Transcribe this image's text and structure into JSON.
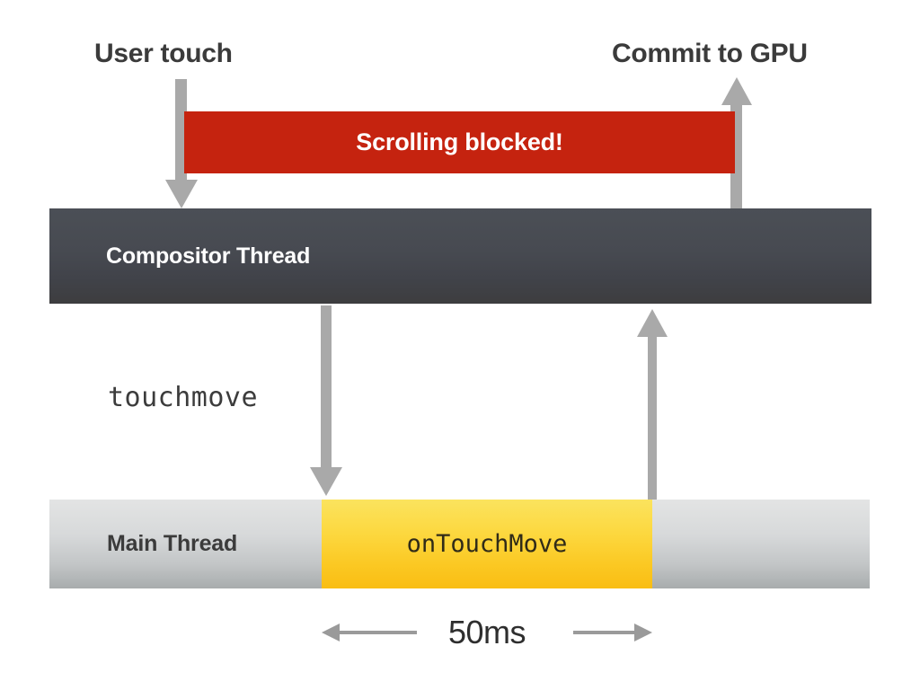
{
  "diagram": {
    "title": "Scroll blocking by touchmove handler timeline",
    "annotations": {
      "user_touch": "User touch",
      "commit_to_gpu": "Commit to GPU",
      "blocked_banner": "Scrolling blocked!",
      "touchmove_event": "touchmove",
      "duration": "50ms"
    },
    "lanes": [
      {
        "name": "compositor-thread",
        "label": "Compositor Thread",
        "fill": "#45484f",
        "text_color": "#ffffff"
      },
      {
        "name": "main-thread",
        "label": "Main Thread",
        "fill": "#cbcecf",
        "text_color": "#3b3b3b"
      }
    ],
    "blocks": [
      {
        "name": "handler-block",
        "label": "onTouchMove",
        "lane": "main-thread",
        "fill": "#fbc924",
        "text_color": "#302b18",
        "duration": "50ms"
      },
      {
        "name": "blocked-banner",
        "label": "Scrolling blocked!",
        "fill": "#c5230f",
        "text_color": "#ffffff"
      }
    ],
    "arrows": [
      {
        "name": "user-touch-arrow",
        "from": "User touch",
        "to": "Compositor Thread",
        "direction": "down",
        "color": "#a9a9a9"
      },
      {
        "name": "touchmove-arrow",
        "from": "Compositor Thread",
        "to": "Main Thread",
        "direction": "down",
        "color": "#a9a9a9",
        "label": "touchmove"
      },
      {
        "name": "return-arrow",
        "from": "Main Thread",
        "to": "Compositor Thread",
        "direction": "up",
        "color": "#a9a9a9"
      },
      {
        "name": "commit-to-gpu-arrow",
        "from": "Compositor Thread",
        "to": "Commit to GPU",
        "direction": "up",
        "color": "#a9a9a9"
      }
    ],
    "colors": {
      "background": "#ffffff",
      "red": "#c5230f",
      "yellow": "#fbc924",
      "dark": "#45484f",
      "grey": "#cbcecf",
      "arrow": "#a9a9a9",
      "text_dark": "#3b3b3b"
    }
  }
}
